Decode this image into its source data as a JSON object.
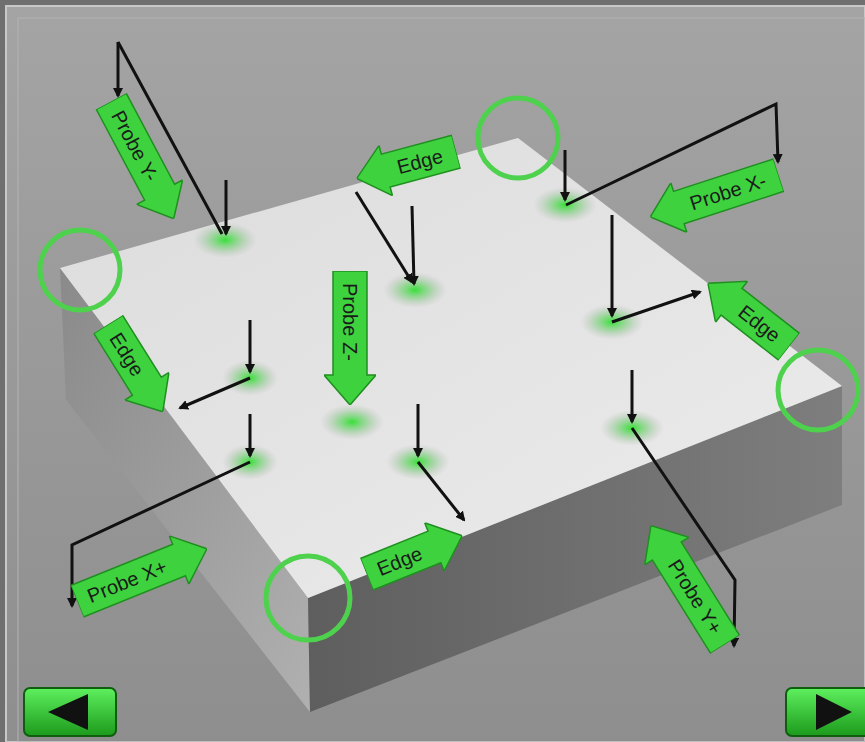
{
  "diagram": {
    "nodes": [
      {
        "text": [
          "Probe Y-"
        ]
      },
      {
        "text": [
          "Edge"
        ]
      },
      {
        "text": [
          "Probe X-"
        ]
      },
      {
        "text": [
          "Edge"
        ]
      },
      {
        "text": [
          "Probe Z-"
        ]
      },
      {
        "text": [
          "Edge"
        ]
      },
      {
        "text": [
          "Probe X+"
        ]
      },
      {
        "text": [
          "Edge"
        ]
      },
      {
        "text": [
          "Probe Y+"
        ]
      }
    ]
  }
}
